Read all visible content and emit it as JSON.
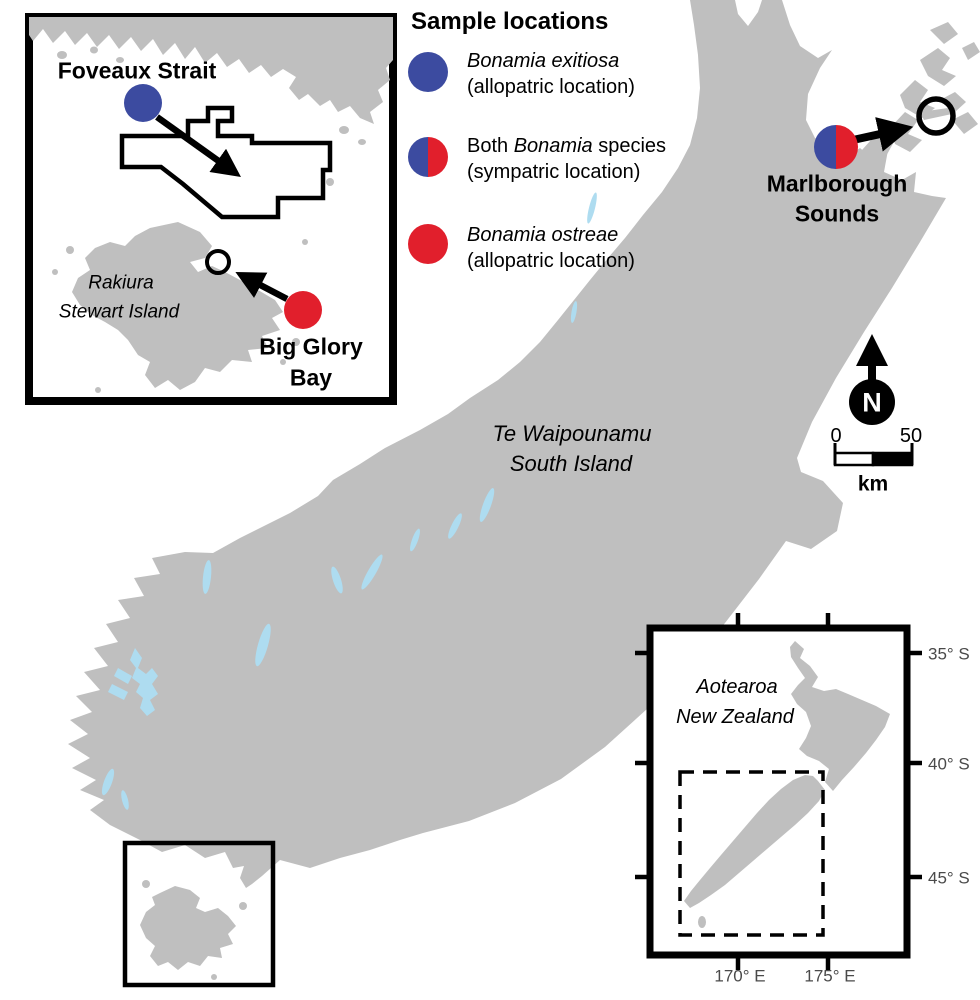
{
  "colors": {
    "land": "#bfbfbf",
    "lake": "#aedcf0",
    "bonamia_exitiosa_blue": "#3c4ba0",
    "bonamia_ostreae_red": "#e11f2c"
  },
  "legend": {
    "title": "Sample locations",
    "items": [
      {
        "species": "Bonamia exitiosa",
        "qualifier": "(allopatric location)"
      },
      {
        "pre": "Both ",
        "species": "Bonamia",
        "post": " species",
        "qualifier": "(sympatric location)"
      },
      {
        "species": "Bonamia ostreae",
        "qualifier": "(allopatric location)"
      }
    ]
  },
  "main_map": {
    "marlborough_line1": "Marlborough",
    "marlborough_line2": "Sounds",
    "island_line1": "Te Waipounamu",
    "island_line2": "South Island"
  },
  "north_arrow": {
    "label": "N"
  },
  "scale_bar": {
    "start": "0",
    "end": "50",
    "unit": "km"
  },
  "inset_stewart": {
    "title": "Foveaux Strait",
    "island_line1": "Rakiura",
    "island_line2": "Stewart Island",
    "bay_line1": "Big Glory",
    "bay_line2": "Bay"
  },
  "inset_nz": {
    "name_line1": "Aotearoa",
    "name_line2": "New Zealand",
    "lat_labels": [
      "35° S",
      "40° S",
      "45° S"
    ],
    "lon_labels": [
      "170° E",
      "175° E"
    ]
  }
}
